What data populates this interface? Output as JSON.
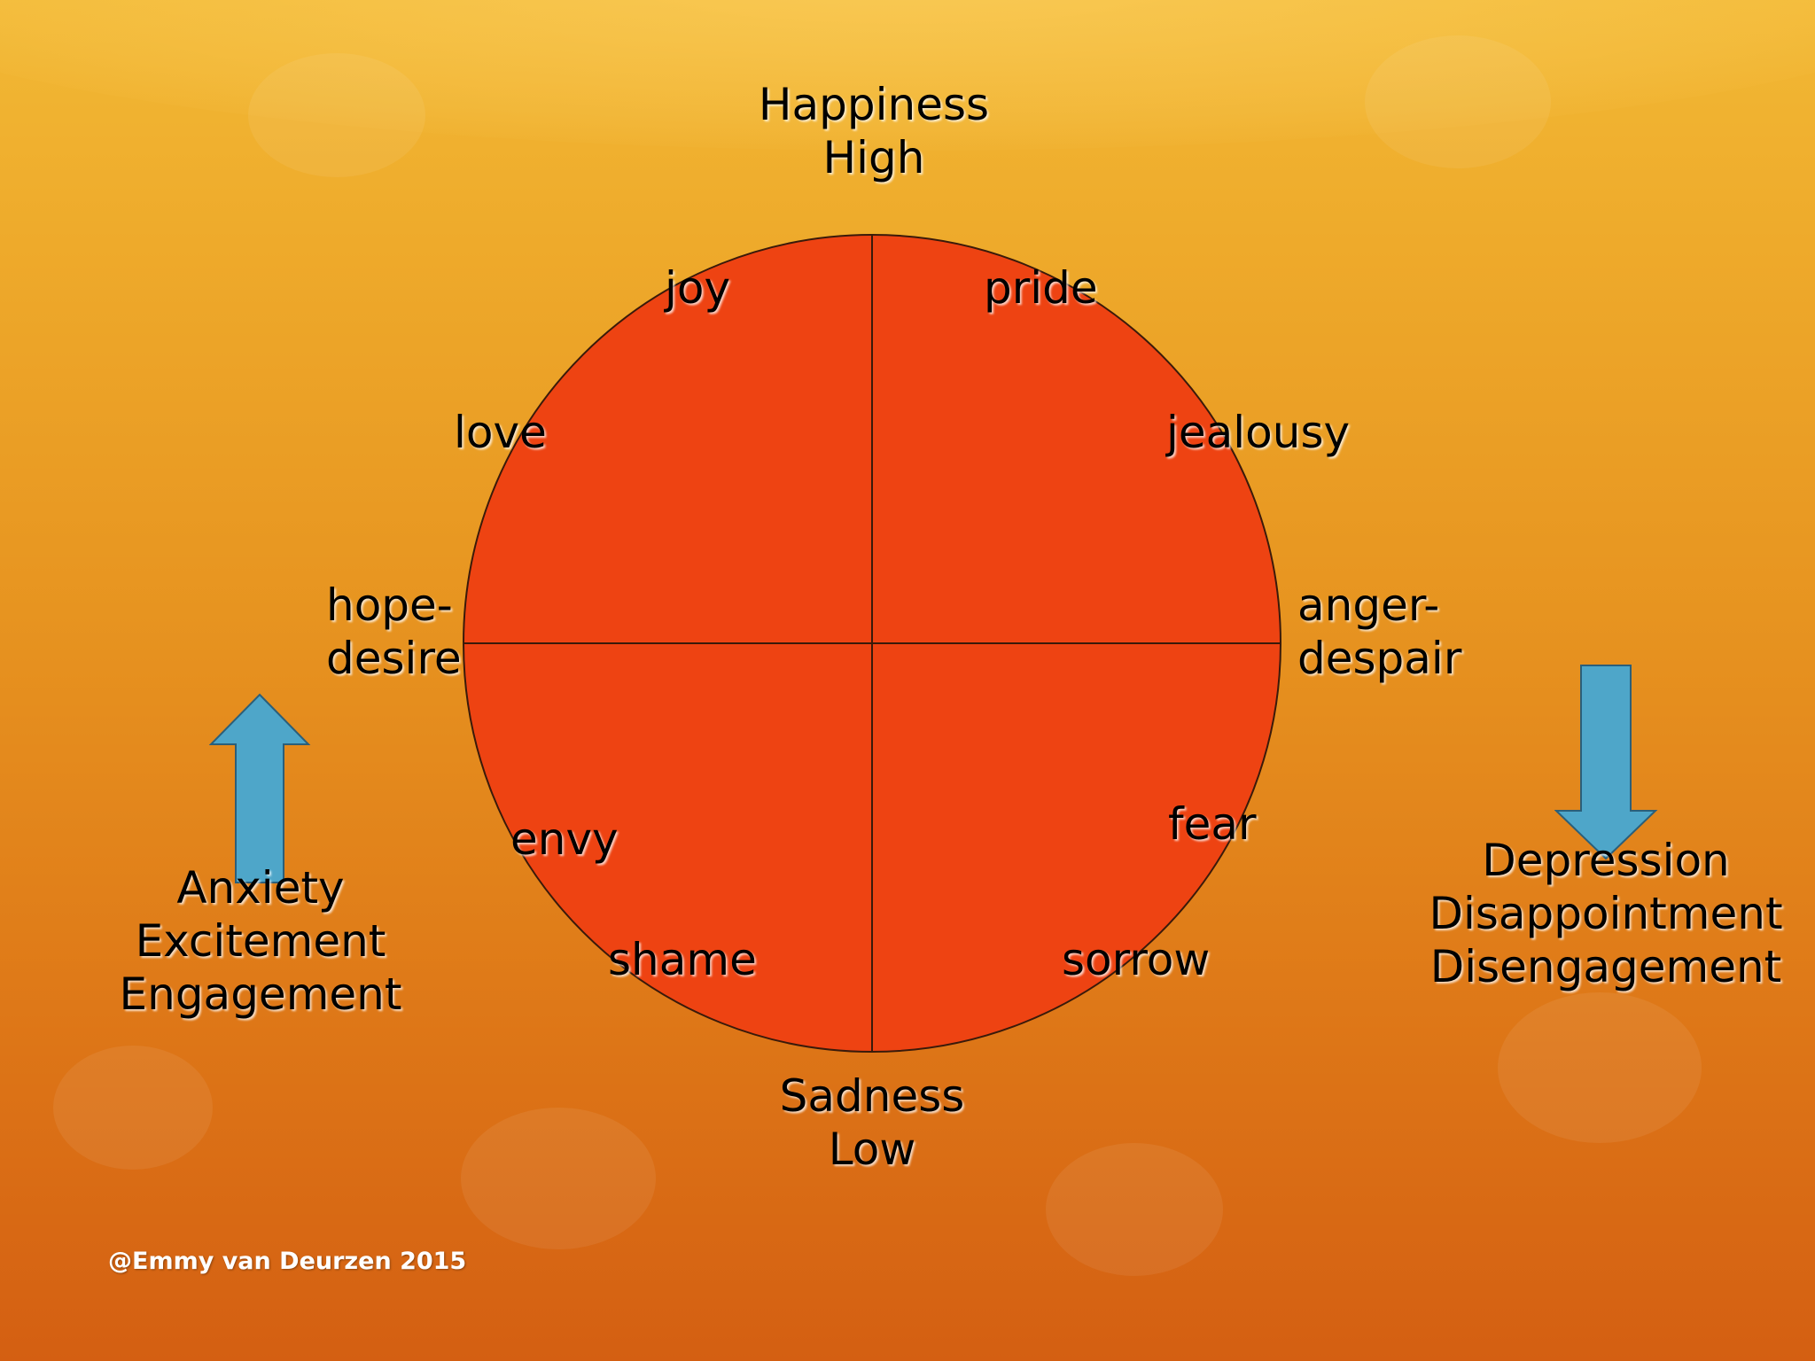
{
  "colors": {
    "wheel_fill": "#ee4312",
    "wheel_stroke": "#3a1a0a",
    "arrow_fill": "#4ea6c9",
    "arrow_stroke": "#2b5f7a",
    "credit": "#ffffff"
  },
  "axis": {
    "top": [
      "Happiness",
      "High"
    ],
    "bottom": [
      "Sadness",
      "Low"
    ]
  },
  "emotions": {
    "joy": "joy",
    "pride": "pride",
    "love": "love",
    "jealousy": "jealousy",
    "hope_desire": [
      "hope-",
      "desire"
    ],
    "anger_despair": [
      "anger-",
      "despair"
    ],
    "envy": "envy",
    "fear": "fear",
    "shame": "shame",
    "sorrow": "sorrow"
  },
  "left_group": {
    "arrow_icon": "arrow-up-icon",
    "lines": [
      "Anxiety",
      "Excitement",
      "Engagement"
    ]
  },
  "right_group": {
    "arrow_icon": "arrow-down-icon",
    "lines": [
      "Depression",
      "Disappointment",
      "Disengagement"
    ]
  },
  "credit": "@Emmy van Deurzen 2015"
}
